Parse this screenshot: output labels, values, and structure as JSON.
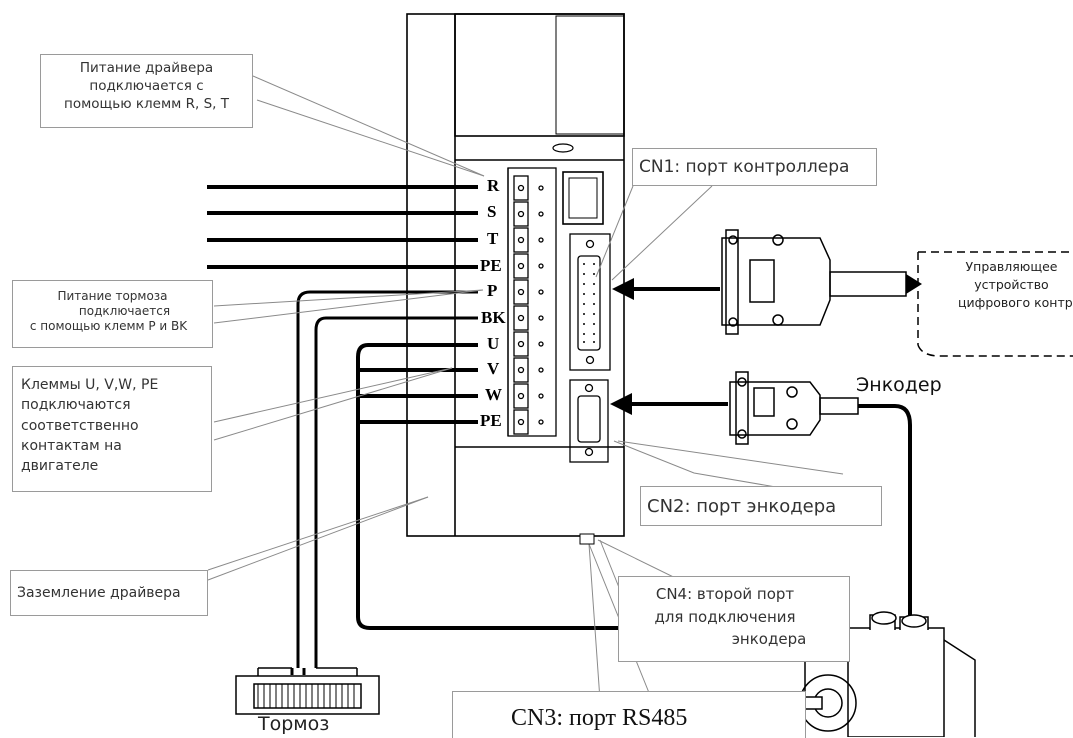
{
  "callouts": {
    "driver_power": "Питание драйвера подключается с помощью клемм R, S, T",
    "brake_power_line1": "Питание тормоза",
    "brake_power_line2": "подключается",
    "brake_power_line3": "с помощью клемм P и BK",
    "motor_terminals_line1": "Клеммы U, V,W, PE",
    "motor_terminals_line2": "подключаются",
    "motor_terminals_line3": "соответственно",
    "motor_terminals_line4": "контактам на",
    "motor_terminals_line5": "двигателе",
    "grounding": "Заземление драйвера",
    "cn1": "CN1: порт контроллера",
    "cn2": "CN2: порт энкодера",
    "cn3": "CN3: порт RS485",
    "cn4_line1": "CN4: второй порт",
    "cn4_line2": "для подключения",
    "cn4_line3": "энкодера"
  },
  "terminals": [
    "R",
    "S",
    "T",
    "PE",
    "P",
    "BK",
    "U",
    "V",
    "W",
    "PE"
  ],
  "labels": {
    "controller_line1": "Управляющее",
    "controller_line2": "устройство",
    "controller_line3": "цифрового контроля",
    "encoder": "Энкодер",
    "brake": "Тормоз"
  }
}
